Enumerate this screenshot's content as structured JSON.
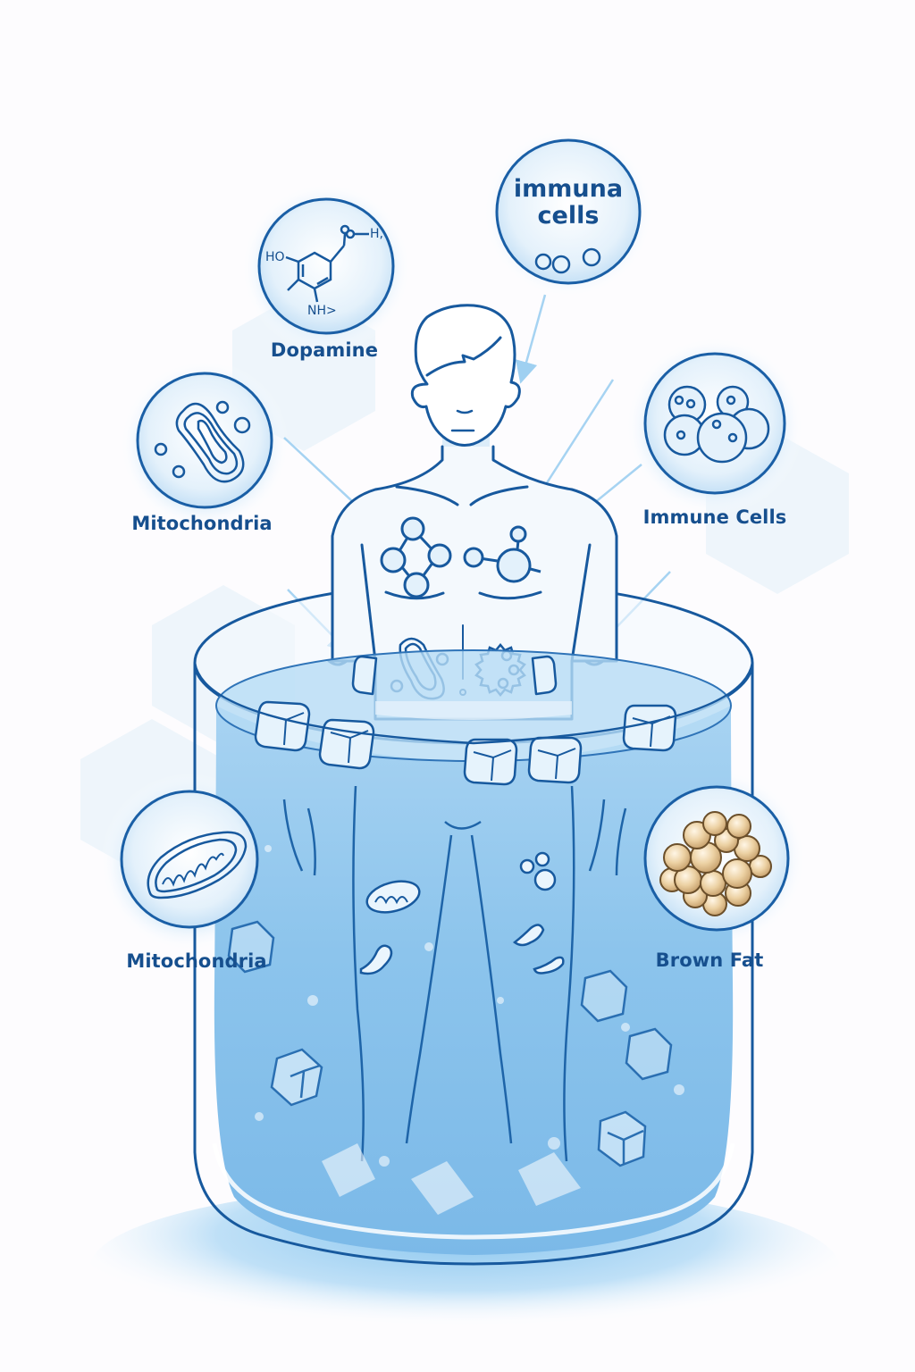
{
  "illustration": {
    "subject": "Man sitting in a cold-plunge ice bath with callouts of physiological effects",
    "colors": {
      "outline": "#17599e",
      "label_text": "#164f8e",
      "water": "#8ec5ec",
      "water_deep": "#6fb1e3",
      "glow": "#d6ebfa",
      "arrow": "#a3d2f2",
      "brown_fat": "#e6c796",
      "background": "#fdfcfe"
    }
  },
  "callouts": [
    {
      "id": "dopamine",
      "label": "Dopamine",
      "icon": "molecule-structure-icon",
      "chem_labels": {
        "ho": "HO",
        "nh": "NH>",
        "h": "H,"
      }
    },
    {
      "id": "immuna-cells",
      "label_line1": "immuna",
      "label_line2": "cells",
      "icon": "cell-bubbles-icon"
    },
    {
      "id": "mitochondria-upper",
      "label": "Mitochondria",
      "icon": "mitochondria-outline-icon"
    },
    {
      "id": "immune-cells",
      "label": "Immune Cells",
      "icon": "immune-cells-cluster-icon"
    },
    {
      "id": "mitochondria-lower",
      "label": "Mitochondria",
      "icon": "mitochondria-cristae-icon"
    },
    {
      "id": "brown-fat",
      "label": "Brown Fat",
      "icon": "fat-cells-cluster-icon"
    }
  ]
}
